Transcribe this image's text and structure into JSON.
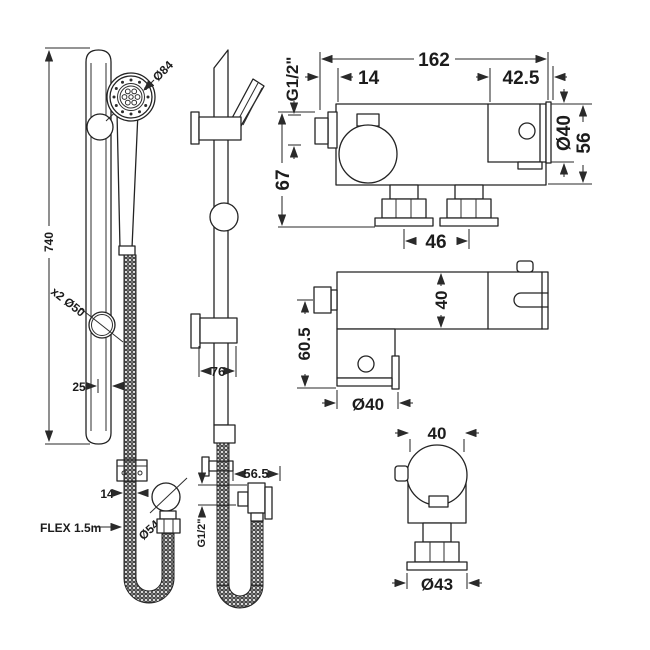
{
  "drawing": {
    "type": "technical-dimension-drawing",
    "subject": "shower slide rail kit with thermostatic bar valve",
    "line_color": "#232323",
    "background": "#ffffff",
    "views": {
      "rail_front": {
        "dims": {
          "length": "740",
          "head_diameter": "Ø84",
          "bracket": "x2 Ø50",
          "rail_width": "25",
          "hose_width": "14",
          "hose_label": "FLEX 1.5m",
          "outlet_plate": "Ø54"
        }
      },
      "rail_side": {
        "dims": {
          "holder_width": "76",
          "outlet_offset": "56.5",
          "thread": "G1/2\""
        }
      },
      "valve_front": {
        "dims": {
          "total_width": "162",
          "outlet_inset": "14",
          "bracket_width": "42.5",
          "thread": "G1/2\"",
          "height": "67",
          "bracket_height": "Ø40",
          "body_height": "56",
          "inlet_centres": "46"
        }
      },
      "valve_top": {
        "dims": {
          "depth": "40",
          "drop": "60.5",
          "knob": "Ø40"
        }
      },
      "valve_end": {
        "dims": {
          "width": "40",
          "flange": "Ø43"
        }
      }
    }
  }
}
